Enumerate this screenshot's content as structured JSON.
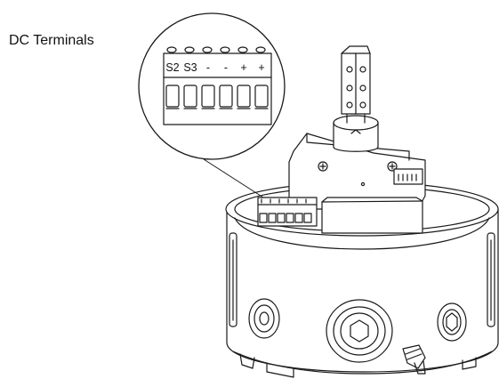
{
  "caption": "DC Terminals",
  "terminal_labels": [
    "S2",
    "S3",
    "-",
    "-",
    "+",
    "+"
  ],
  "colors": {
    "line": "#1a1a1a",
    "background": "#ffffff"
  }
}
